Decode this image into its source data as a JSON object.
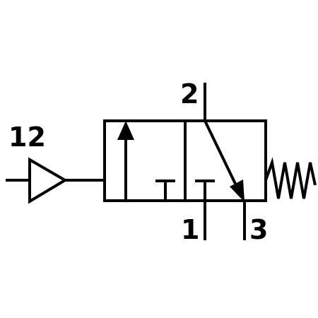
{
  "diagram": {
    "description_free": true,
    "colors": {
      "line": "#000000",
      "background": "#ffffff"
    },
    "ports": {
      "pilot": "12",
      "outlet": "2",
      "inlet": "1",
      "exhaust": "3"
    },
    "icons": {
      "pilot_actuator": "triangle-pilot-icon",
      "return_spring": "spring-icon",
      "flow_arrow": "arrow-icon",
      "blocked_port": "t-block-icon"
    }
  }
}
